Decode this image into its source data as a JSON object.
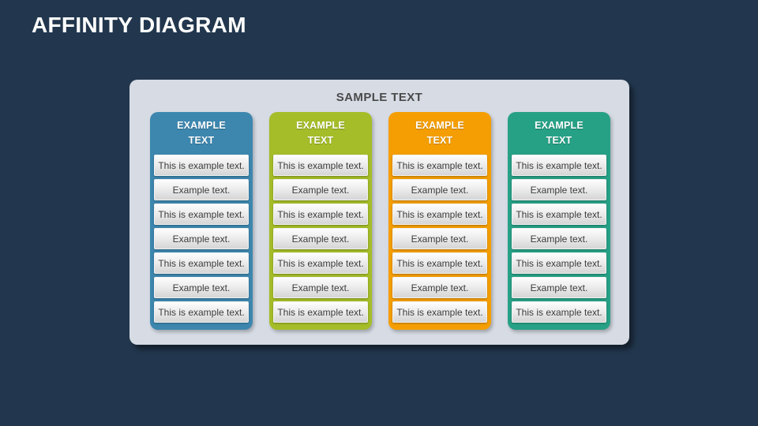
{
  "slide": {
    "title": "AFFINITY DIAGRAM"
  },
  "panel": {
    "title": "SAMPLE TEXT"
  },
  "colors": {
    "background": "#22374E",
    "panel": "#D6DBE4",
    "column_blue": "#3D87AF",
    "column_green": "#A5BD28",
    "column_orange": "#F59E03",
    "column_teal": "#27A186"
  },
  "columns": [
    {
      "header": "EXAMPLE TEXT",
      "color": "#3D87AF",
      "items": [
        "This is example text.",
        "Example text.",
        "This is example text.",
        "Example text.",
        "This is example text.",
        "Example text.",
        "This is example text."
      ]
    },
    {
      "header": "EXAMPLE TEXT",
      "color": "#A5BD28",
      "items": [
        "This is example text.",
        "Example text.",
        "This is example text.",
        "Example text.",
        "This is example text.",
        "Example text.",
        "This is example text."
      ]
    },
    {
      "header": "EXAMPLE TEXT",
      "color": "#F59E03",
      "items": [
        "This is example text.",
        "Example text.",
        "This is example text.",
        "Example text.",
        "This is example text.",
        "Example text.",
        "This is example text."
      ]
    },
    {
      "header": "EXAMPLE TEXT",
      "color": "#27A186",
      "items": [
        "This is example text.",
        "Example text.",
        "This is example text.",
        "Example text.",
        "This is example text.",
        "Example text.",
        "This is example text."
      ]
    }
  ]
}
